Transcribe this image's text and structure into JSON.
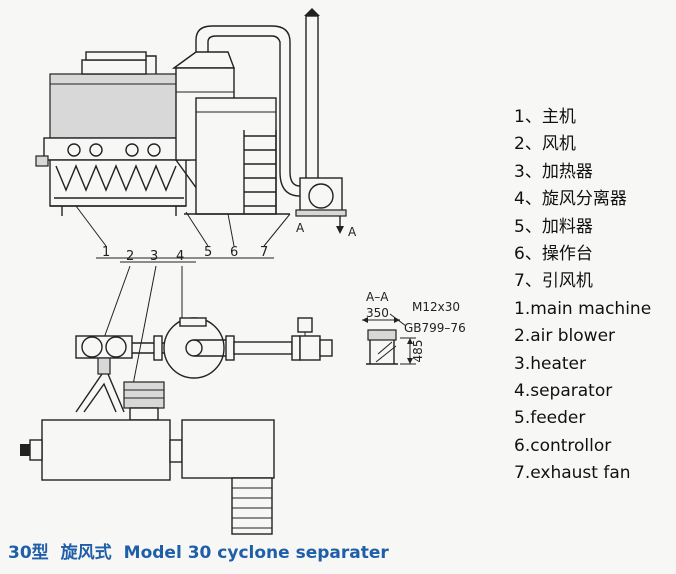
{
  "legend": [
    "1、主机",
    "2、风机",
    "3、加热器",
    "4、旋风分离器",
    "5、加料器",
    "6、操作台",
    "7、引风机",
    "1.main machine",
    "2.air blower",
    "3.heater",
    "4.separator",
    "5.feeder",
    "6.controllor",
    "7.exhaust fan"
  ],
  "caption": {
    "model_cn": "30型",
    "type_cn": "旋风式",
    "model_en": "Model 30 cyclone separater"
  },
  "callouts": {
    "elevation": [
      "1",
      "5",
      "6",
      "7"
    ],
    "plan": [
      "2",
      "3",
      "4"
    ]
  },
  "section": {
    "marker_a": "A",
    "title": "A–A",
    "dim_width": "350",
    "bolt": "M12x30",
    "standard": "GB799–76",
    "dim_height": "485"
  }
}
